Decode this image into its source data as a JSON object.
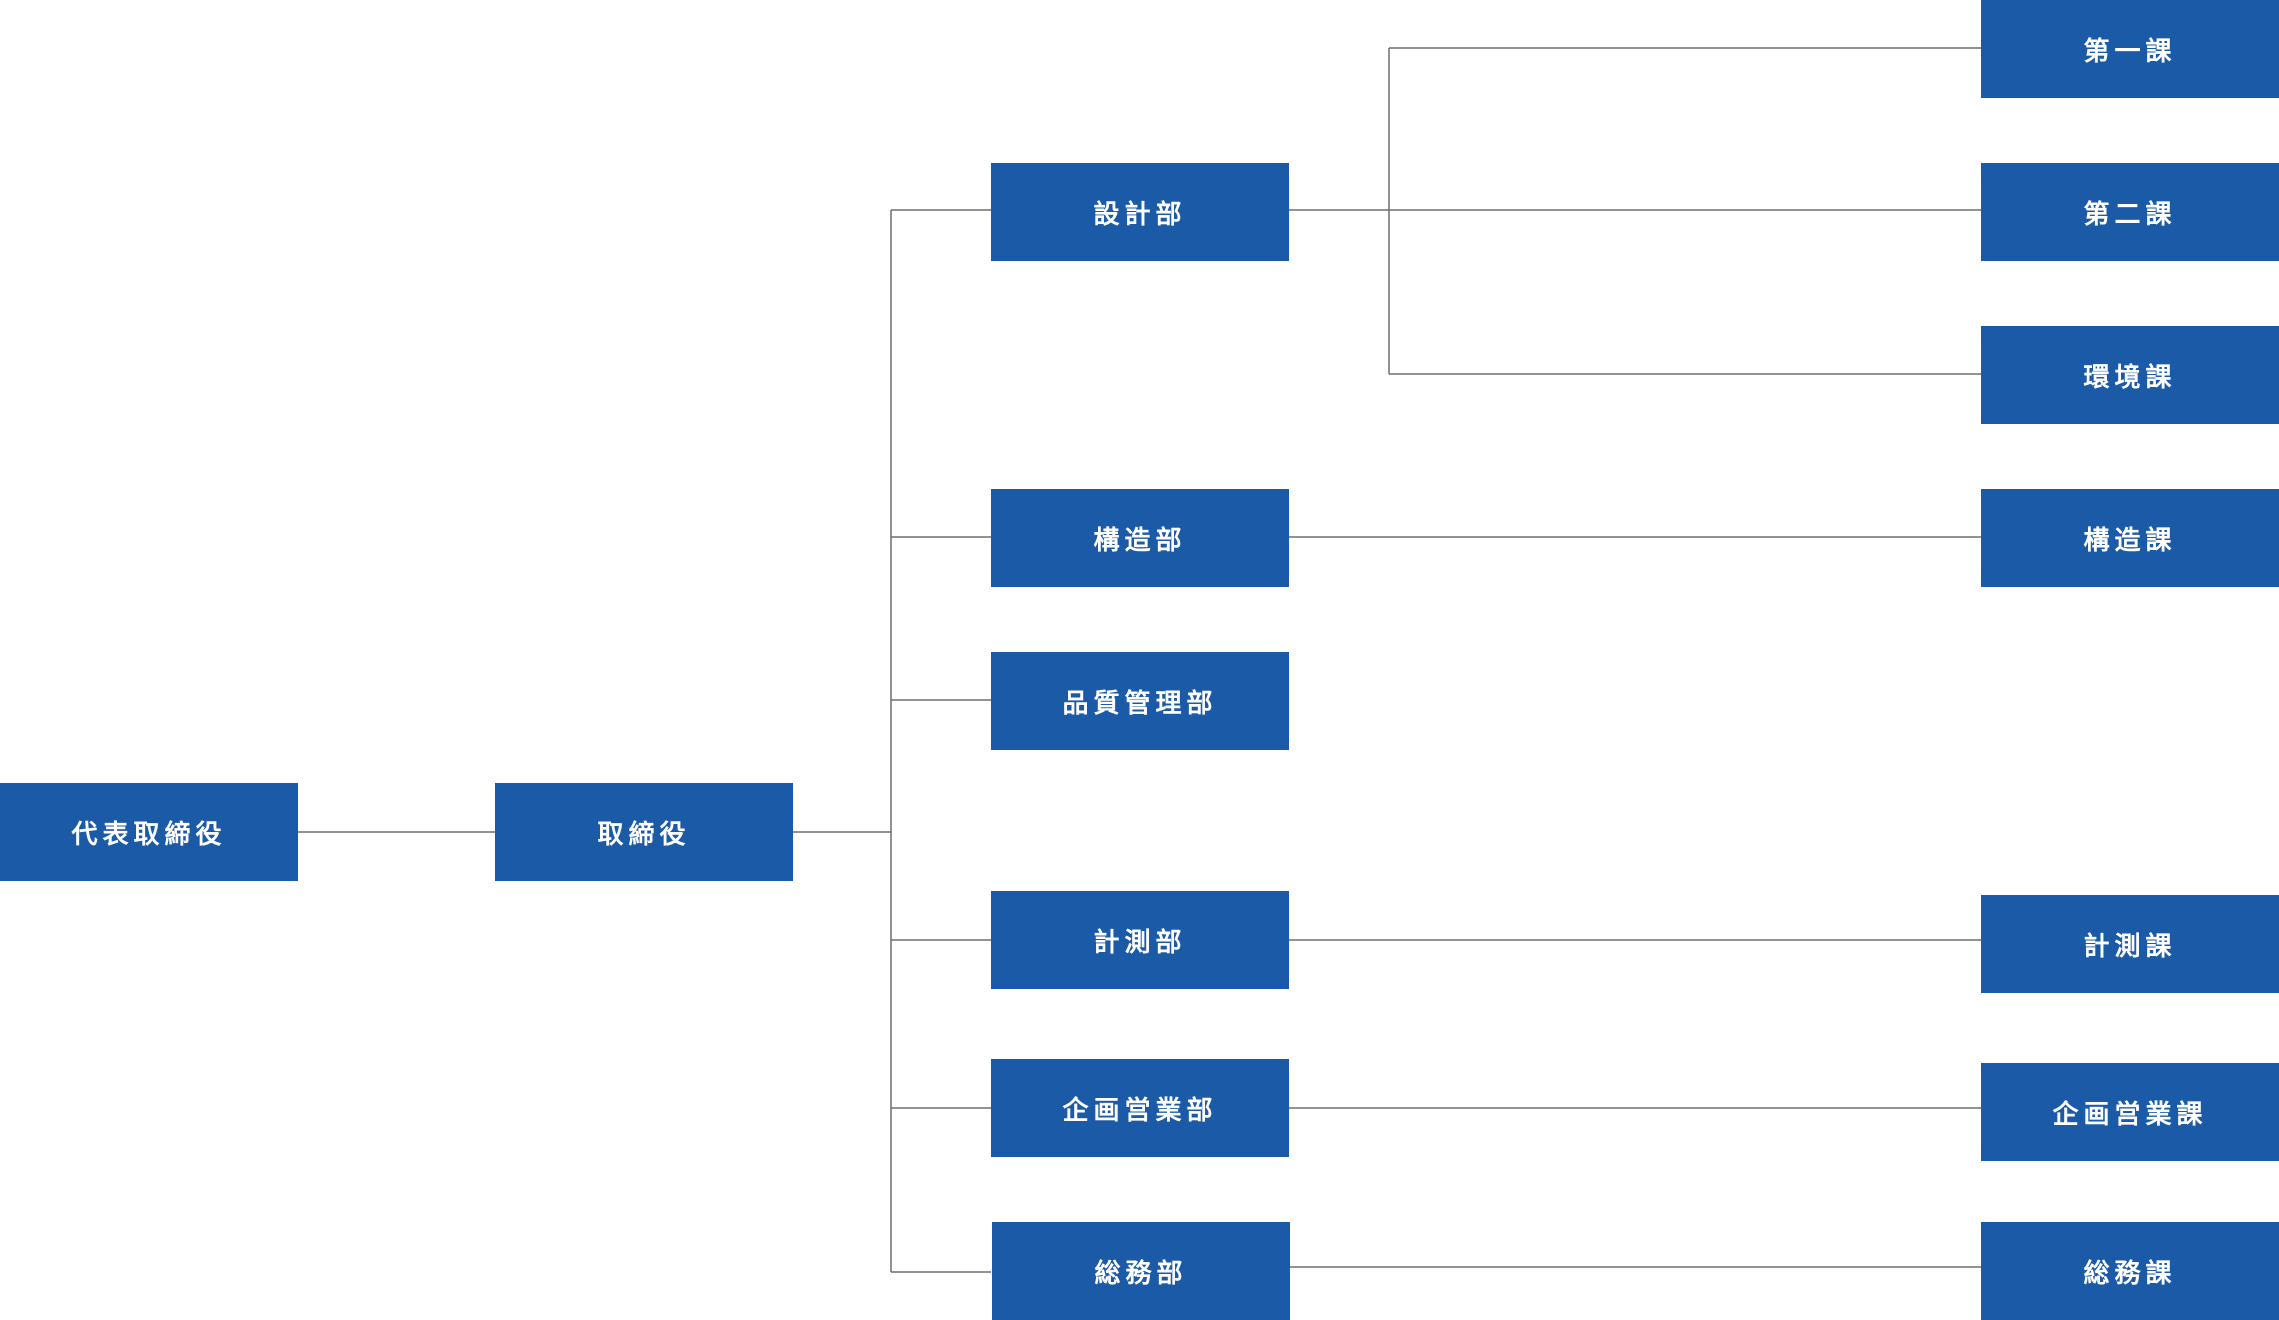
{
  "colors": {
    "box": "#1a5aa6",
    "line": "#6e6e6e",
    "text": "#ffffff"
  },
  "ceo": "代表取締役",
  "director": "取締役",
  "departments": [
    {
      "key": "design",
      "label": "設計部",
      "sections": [
        "第一課",
        "第二課",
        "環境課"
      ]
    },
    {
      "key": "structure",
      "label": "構造部",
      "sections": [
        "構造課"
      ]
    },
    {
      "key": "quality",
      "label": "品質管理部",
      "sections": []
    },
    {
      "key": "survey",
      "label": "計測部",
      "sections": [
        "計測課"
      ]
    },
    {
      "key": "planning",
      "label": "企画営業部",
      "sections": [
        "企画営業課"
      ]
    },
    {
      "key": "general",
      "label": "総務部",
      "sections": [
        "総務課"
      ]
    }
  ]
}
